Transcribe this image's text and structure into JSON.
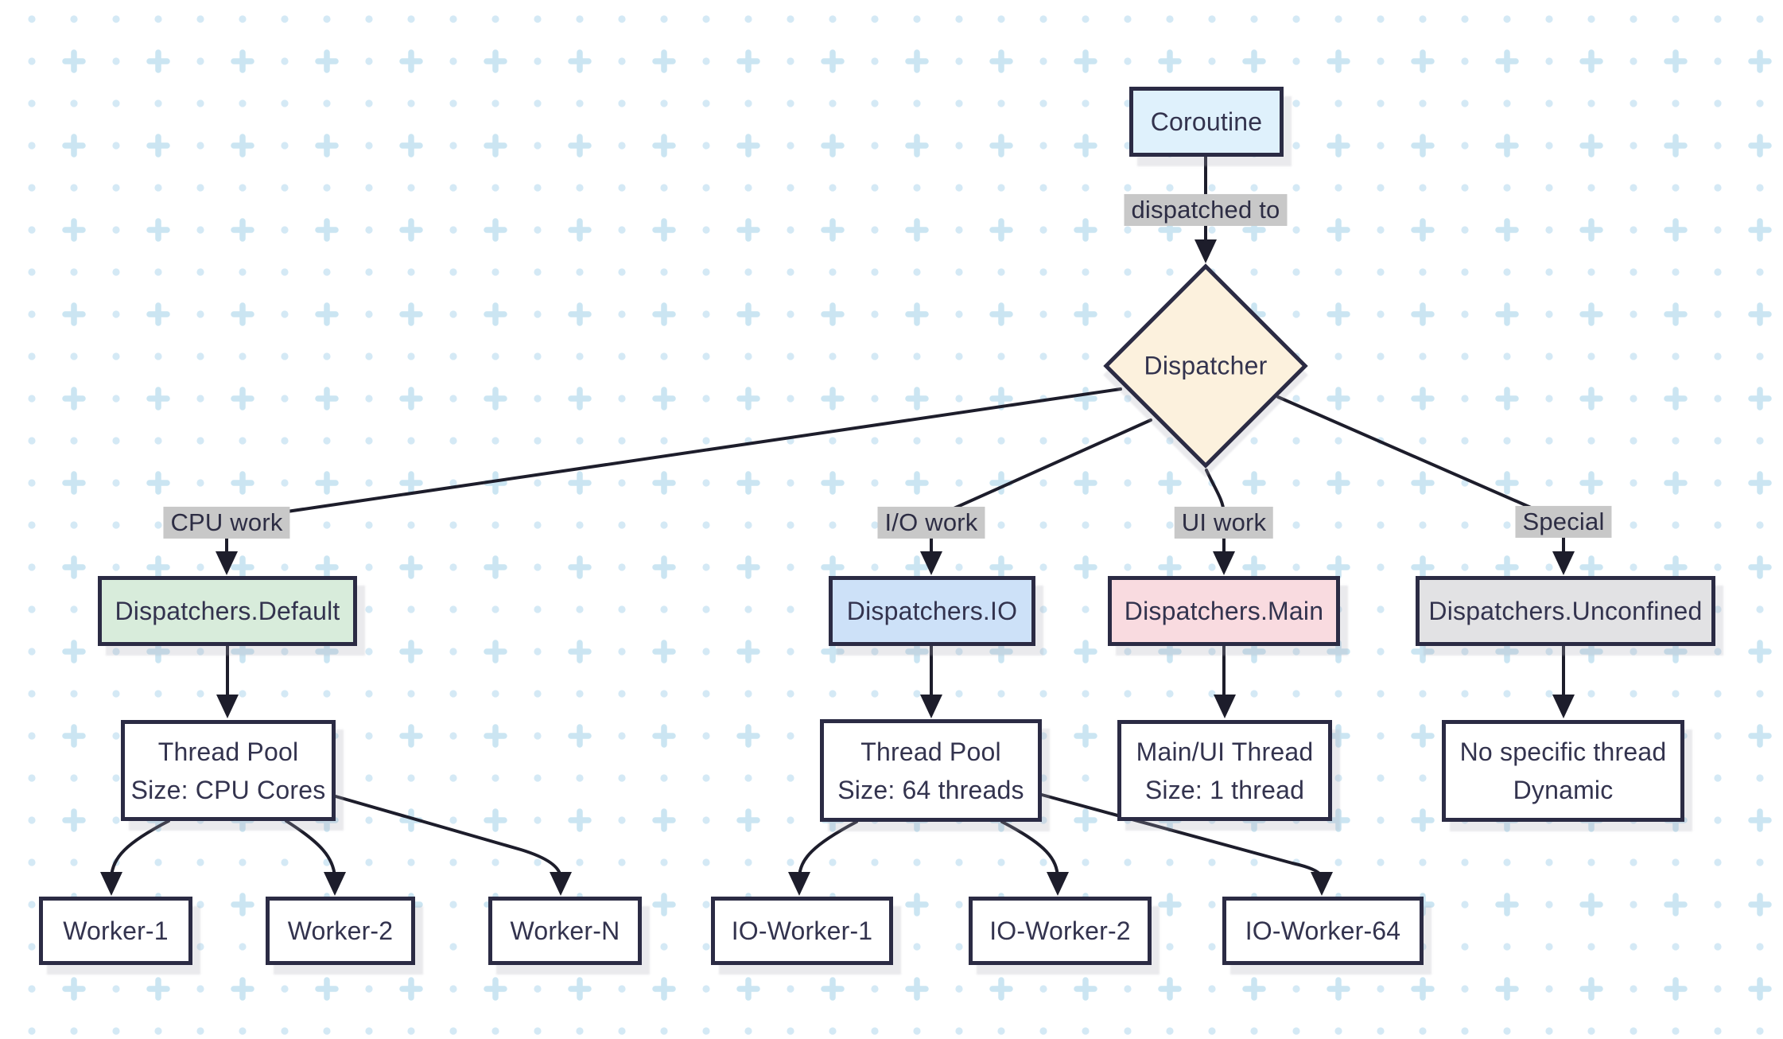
{
  "diagram": {
    "nodes": {
      "coroutine": {
        "label": "Coroutine"
      },
      "dispatcher": {
        "label": "Dispatcher"
      },
      "default": {
        "label": "Dispatchers.Default"
      },
      "io": {
        "label": "Dispatchers.IO"
      },
      "main": {
        "label": "Dispatchers.Main"
      },
      "unconfined": {
        "label": "Dispatchers.Unconfined"
      },
      "tp_default": {
        "line1": "Thread Pool",
        "line2": "Size: CPU Cores"
      },
      "tp_io": {
        "line1": "Thread Pool",
        "line2": "Size: 64 threads"
      },
      "main_thread": {
        "line1": "Main/UI Thread",
        "line2": "Size: 1 thread"
      },
      "no_thread": {
        "line1": "No specific thread",
        "line2": "Dynamic"
      },
      "worker1": {
        "label": "Worker-1"
      },
      "worker2": {
        "label": "Worker-2"
      },
      "workerN": {
        "label": "Worker-N"
      },
      "ioworker1": {
        "label": "IO-Worker-1"
      },
      "ioworker2": {
        "label": "IO-Worker-2"
      },
      "ioworker64": {
        "label": "IO-Worker-64"
      }
    },
    "edge_labels": {
      "dispatched_to": "dispatched to",
      "cpu_work": "CPU work",
      "io_work": "I/O work",
      "ui_work": "UI work",
      "special": "Special"
    },
    "colors": {
      "background": "#ffffff",
      "pattern_dot": "#d4e9f5",
      "pattern_plus": "#cbe5f2",
      "node_border": "#2b2b44",
      "node_text": "#33334e",
      "edge_line": "#1d1d2b",
      "edge_label_bg": "#c8c8c8",
      "coroutine_fill": "#dff1fc",
      "dispatcher_fill": "#fcf1dd",
      "default_fill": "#d8ecdb",
      "io_fill": "#cde1f8",
      "main_fill": "#f9dbe0",
      "unconfined_fill": "#e2e2e4",
      "plain_fill": "#ffffff"
    }
  }
}
